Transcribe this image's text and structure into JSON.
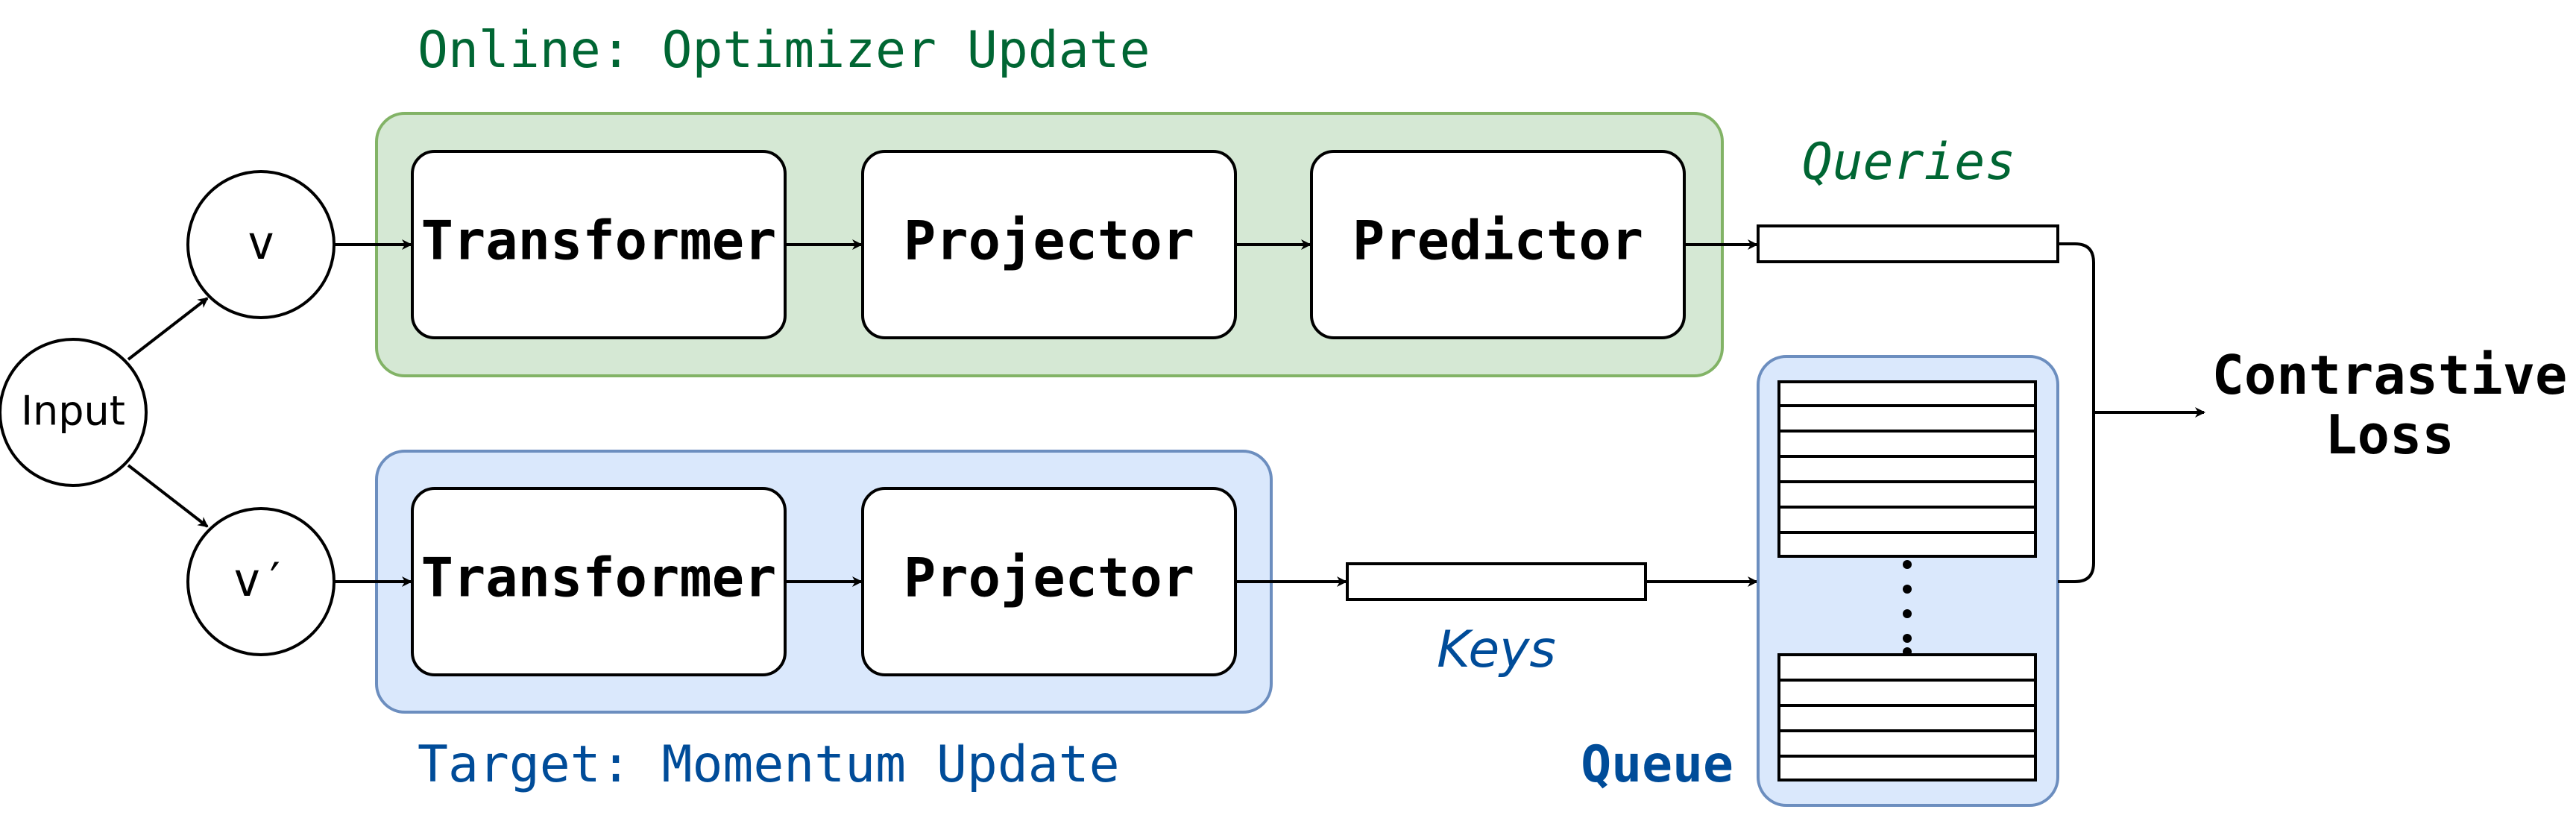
{
  "online": {
    "title": "Online: Optimizer Update",
    "transformer": "Transformer",
    "projector": "Projector",
    "predictor": "Predictor",
    "view": "v",
    "output": "Queries"
  },
  "target": {
    "title": "Target: Momentum Update",
    "transformer": "Transformer",
    "projector": "Projector",
    "view": "v′",
    "output": "Keys"
  },
  "input": "Input",
  "queue": {
    "label": "Queue",
    "ellipsis": "⋮"
  },
  "loss": {
    "line1": "Contrastive",
    "line2": "Loss"
  },
  "colors": {
    "online_fill": "#d5e8d4",
    "online_stroke": "#82b366",
    "online_text": "#006633",
    "target_fill": "#dae8fc",
    "target_stroke": "#6c8ebf",
    "target_text": "#004c99"
  }
}
